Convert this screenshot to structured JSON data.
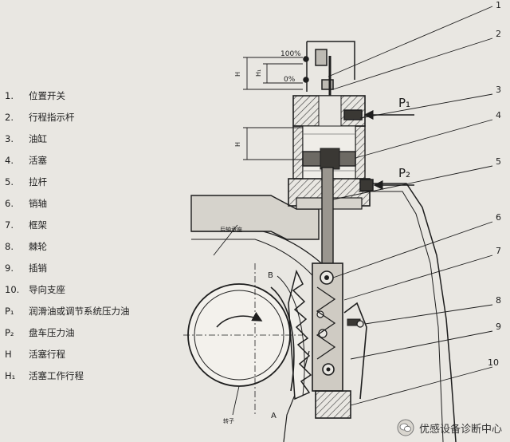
{
  "legend": [
    {
      "num": "1.",
      "text": "位置开关"
    },
    {
      "num": "2.",
      "text": "行程指示杆"
    },
    {
      "num": "3.",
      "text": "油缸"
    },
    {
      "num": "4.",
      "text": "活塞"
    },
    {
      "num": "5.",
      "text": "拉杆"
    },
    {
      "num": "6.",
      "text": "销轴"
    },
    {
      "num": "7.",
      "text": "框架"
    },
    {
      "num": "8.",
      "text": "棘轮"
    },
    {
      "num": "9.",
      "text": "插销"
    },
    {
      "num": "10.",
      "text": "导向支座"
    },
    {
      "num": "P₁",
      "text": "润滑油或调节系统压力油"
    },
    {
      "num": "P₂",
      "text": "盘车压力油"
    },
    {
      "num": "H",
      "text": "活塞行程"
    },
    {
      "num": "H₁",
      "text": "活塞工作行程"
    }
  ],
  "callouts": [
    "1",
    "2",
    "3",
    "4",
    "5",
    "6",
    "7",
    "8",
    "9",
    "10"
  ],
  "pressure_labels": {
    "p1": "P₁",
    "p2": "P₂"
  },
  "indicator": {
    "full": "100%",
    "zero": "0%"
  },
  "dimension_labels": {
    "h": "H",
    "h1": "H₁",
    "h_lower": "H"
  },
  "point_labels": {
    "a": "A",
    "b": "B"
  },
  "part_labels": {
    "bearing": "后轴承座",
    "shaft": "转子"
  },
  "watermark": {
    "text": "优感设备诊断中心",
    "logo": "wechat-logo-icon"
  },
  "colors": {
    "background": "#e9e7e2",
    "line": "#1e1e1e",
    "hatch": "#444444"
  }
}
